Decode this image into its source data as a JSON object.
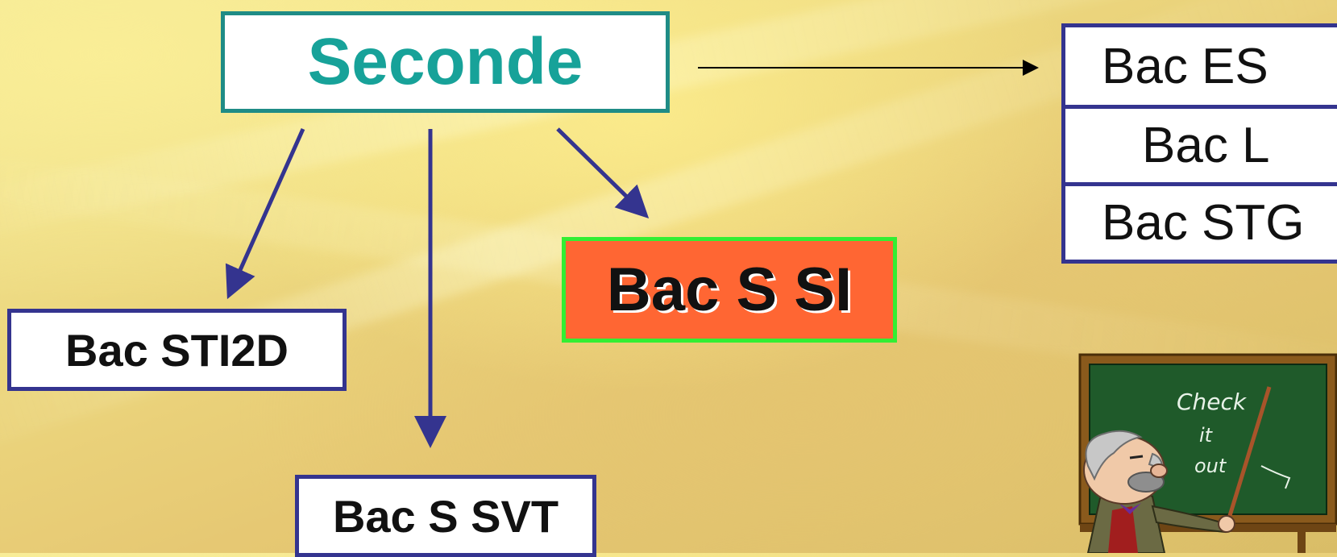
{
  "diagram": {
    "root": {
      "label": "Seconde"
    },
    "left_branch": {
      "label": "Bac STI2D"
    },
    "middle_branch": {
      "label": "Bac S SVT"
    },
    "highlight_branch": {
      "label": "Bac S SI"
    },
    "other_bacs": [
      {
        "label": "Bac ES"
      },
      {
        "label": "Bac L"
      },
      {
        "label": "Bac STG"
      }
    ],
    "chalkboard_text": "Check it out"
  },
  "colors": {
    "root_text": "#17a299",
    "root_border": "#1f8c86",
    "arrow": "#34348f",
    "highlight_fill": "#ff6633",
    "highlight_border": "#33ee33",
    "box_border": "#34348f"
  }
}
